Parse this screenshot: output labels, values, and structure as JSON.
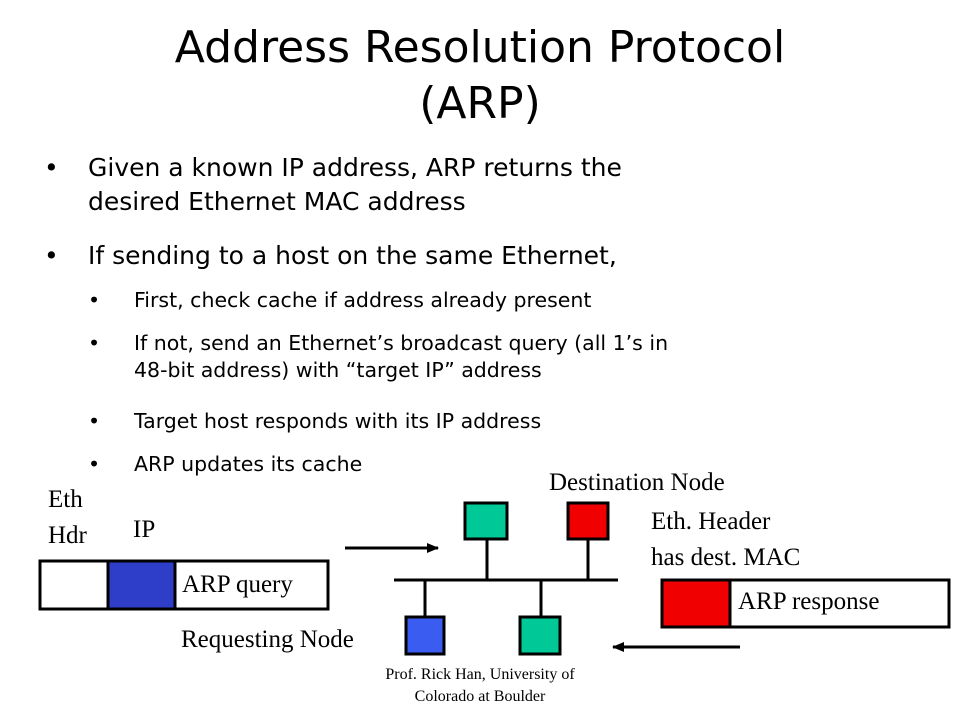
{
  "slide": {
    "title_line1": "Address Resolution Protocol",
    "title_line2": "(ARP)",
    "bullets": [
      {
        "text": "Given a known IP address, ARP returns the"
      },
      {
        "text": "desired Ethernet MAC address"
      },
      {
        "text": "If sending to a host on the same Ethernet,"
      }
    ],
    "sub_bullets": [
      {
        "lines": [
          "First, check cache if address already present"
        ]
      },
      {
        "lines": [
          "If not, send an Ethernet’s broadcast query (all 1’s in",
          "48-bit address) with “target IP” address"
        ]
      },
      {
        "lines": [
          "Target host responds with its IP address"
        ]
      },
      {
        "lines": [
          "ARP updates its cache"
        ]
      }
    ],
    "bullet_glyph": "•"
  },
  "diagram": {
    "eth_hdr_label_1": "Eth",
    "eth_hdr_label_2": "Hdr",
    "ip_label": "IP",
    "arp_query_label": "ARP query",
    "destination_node_label": "Destination Node",
    "eth_header_note_1": "Eth. Header",
    "eth_header_note_2": "has dest. MAC",
    "arp_response_label": "ARP response",
    "requesting_node_label": "Requesting Node",
    "colors": {
      "requester": "#3a5cf0",
      "ip_field": "#2f3ec8",
      "destination": "#f00000",
      "other_node": "#00c896",
      "response_header": "#f00000"
    }
  },
  "footer": {
    "line1": "Prof. Rick Han, University of",
    "line2": "Colorado at Boulder"
  }
}
